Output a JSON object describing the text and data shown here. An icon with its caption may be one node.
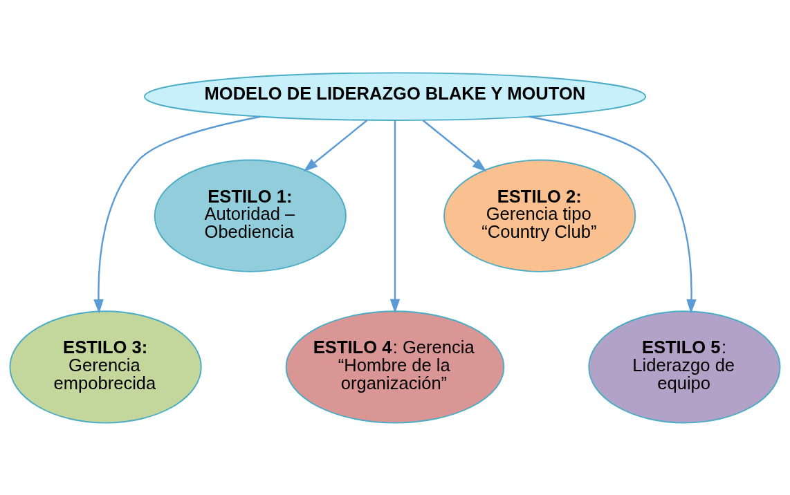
{
  "diagram": {
    "nodes": [
      {
        "text": [
          "MODELO DE LIDERAZGO BLAKE Y MOUTON"
        ]
      },
      {
        "text": [
          "ESTILO 1:",
          "Autoridad – Obediencia"
        ]
      },
      {
        "text": [
          "ESTILO 2:",
          "Gerencia tipo “Country Club”"
        ]
      },
      {
        "text": [
          "ESTILO 3:",
          "Gerencia empobrecida"
        ]
      },
      {
        "text": [
          "**ESTILO 4**: Gerencia “Hombre de la organización”"
        ]
      },
      {
        "text": [
          "**ESTILO 5**:",
          "Liderazgo de equipo"
        ]
      }
    ],
    "edges": [
      {
        "from": 0,
        "to": 3,
        "arrow": "to"
      },
      {
        "from": 0,
        "to": 1,
        "arrow": "to"
      },
      {
        "from": 0,
        "to": 4,
        "arrow": "to"
      },
      {
        "from": 0,
        "to": 2,
        "arrow": "to"
      },
      {
        "from": 0,
        "to": 5,
        "arrow": "to"
      }
    ]
  }
}
